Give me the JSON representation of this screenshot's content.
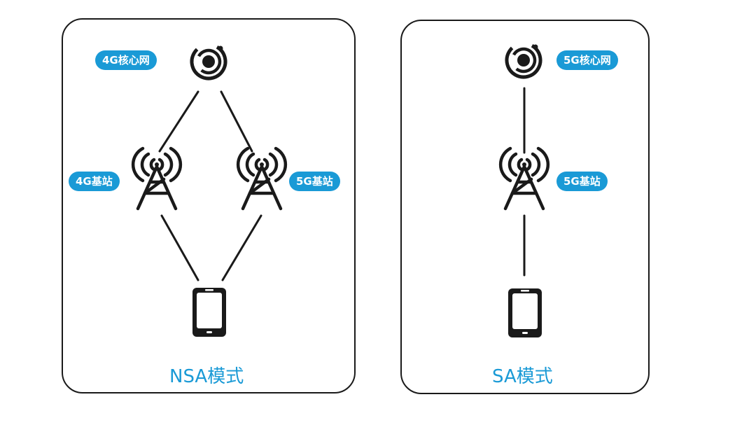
{
  "nsa": {
    "title": "NSA模式",
    "core_label": "4G核心网",
    "left_station_label": "4G基站",
    "right_station_label": "5G基站"
  },
  "sa": {
    "title": "SA模式",
    "core_label": "5G核心网",
    "station_label": "5G基站"
  },
  "icons": {
    "core": "core-network-icon",
    "station": "cell-tower-icon",
    "device": "smartphone-icon"
  },
  "colors": {
    "accent": "#1a9ad6",
    "ink": "#1a1a1a"
  }
}
